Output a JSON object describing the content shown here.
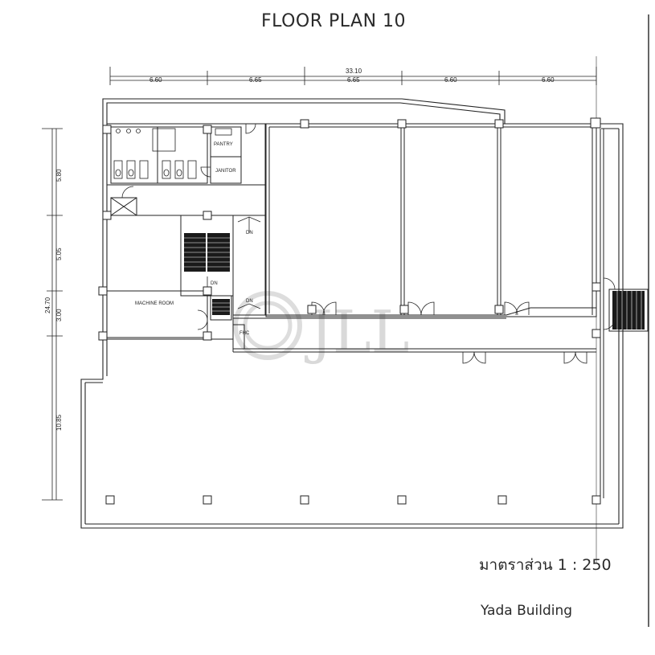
{
  "header": {
    "title": "FLOOR PLAN  10"
  },
  "footer": {
    "scale": "มาตราส่วน 1 : 250",
    "building_name": "Yada Building"
  },
  "dimensions": {
    "overall_width": "33.10",
    "bays": [
      "6.60",
      "6.65",
      "6.65",
      "6.60",
      "6.60"
    ],
    "overall_depth": "24.70",
    "rows": [
      "5.80",
      "5.05",
      "3.00",
      "10.85"
    ]
  },
  "rooms": {
    "pantry": "PANTRY",
    "janitor": "JANITOR",
    "machine_room": "MACHINE ROOM",
    "fhc": "FHC",
    "stair_down_1": "DN",
    "stair_down_2": "DN",
    "stair_down_3": "DN"
  },
  "watermark": {
    "text": "JLL"
  }
}
